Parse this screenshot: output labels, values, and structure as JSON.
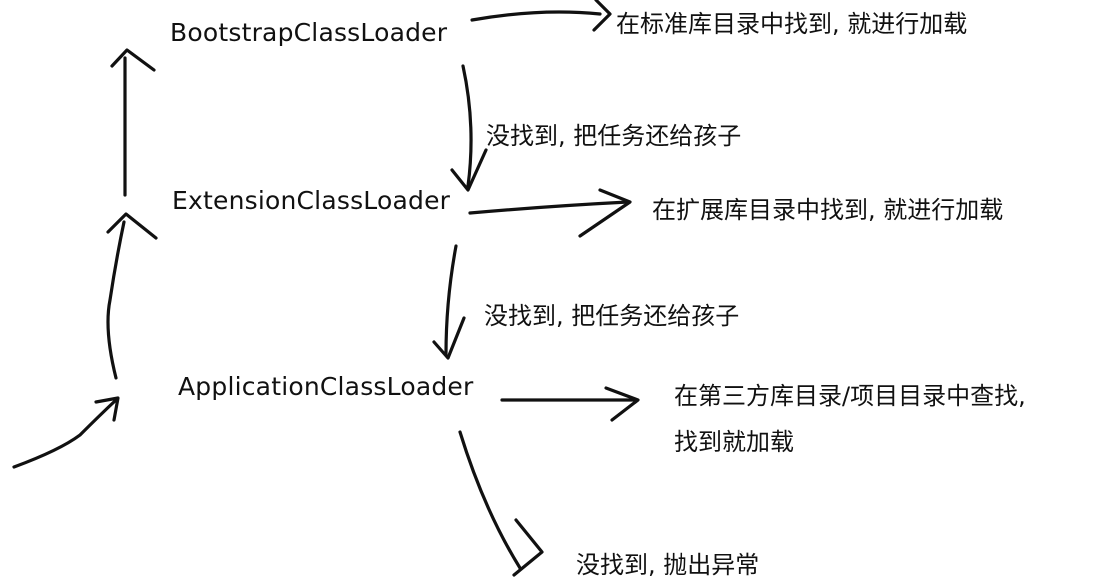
{
  "loaders": {
    "bootstrap": "BootstrapClassLoader",
    "extension": "ExtensionClassLoader",
    "application": "ApplicationClassLoader"
  },
  "notes": {
    "bootstrap_found": "在标准库目录中找到, 就进行加载",
    "extension_found": "在扩展库目录中找到, 就进行加载",
    "application_found": "在第三方库目录/项目目录中查找, 找到就加载",
    "not_found_to_child_1": "没找到, 把任务还给孩子",
    "not_found_to_child_2": "没找到, 把任务还给孩子",
    "not_found_throw": "没找到, 抛出异常"
  }
}
